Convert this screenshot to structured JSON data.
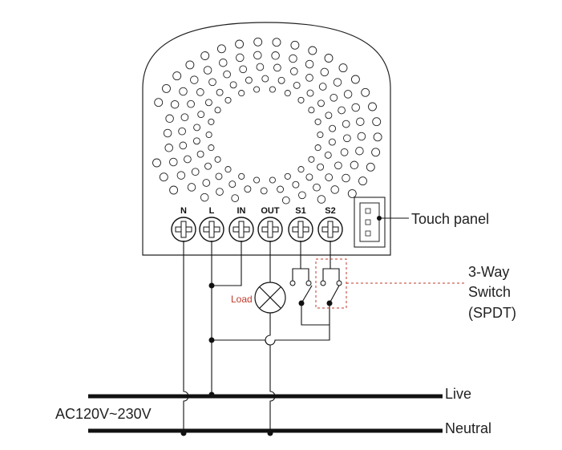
{
  "terminals": [
    "N",
    "L",
    "IN",
    "OUT",
    "S1",
    "S2"
  ],
  "labels": {
    "touch_panel": "Touch panel",
    "switch_line1": "3-Way",
    "switch_line2": "Switch",
    "switch_line3": "(SPDT)",
    "load": "Load",
    "voltage": "AC120V~230V",
    "live": "Live",
    "neutral": "Neutral"
  },
  "colors": {
    "line": "#111111",
    "load_label": "#c0392b",
    "switch_box": "#c0392b"
  }
}
